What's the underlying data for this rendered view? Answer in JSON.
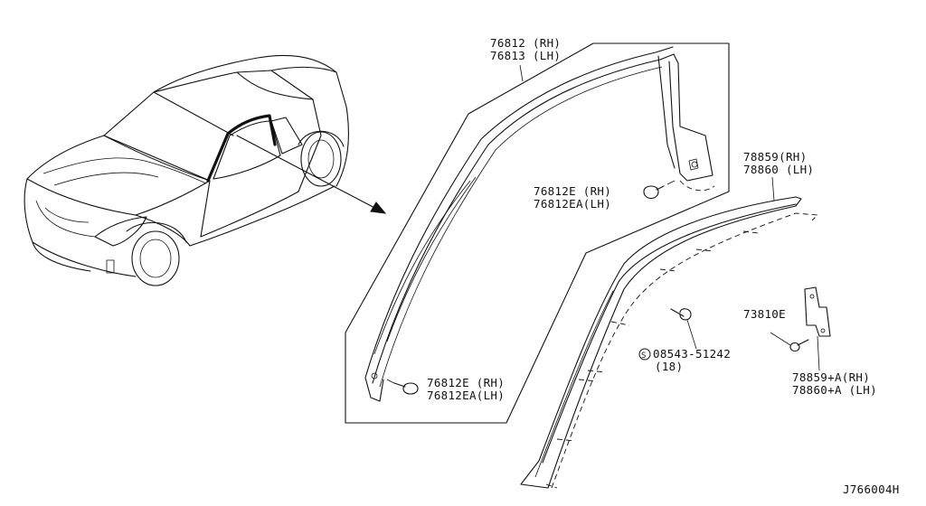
{
  "labels": {
    "part_76812_rh": "76812 (RH)",
    "part_76813_lh": "76813 (LH)",
    "clip_top_rh": "76812E (RH)",
    "clip_top_lh": "76812EA(LH)",
    "clip_bottom_rh": "76812E (RH)",
    "clip_bottom_lh": "76812EA(LH)",
    "part_78859_rh": "78859(RH)",
    "part_78860_lh": "78860 (LH)",
    "part_73810e": "73810E",
    "screw_part": "08543-51242",
    "screw_qty": "(18)",
    "screw_symbol": "S",
    "part_78859a_rh": "78859+A(RH)",
    "part_78860a_lh": "78860+A (LH)",
    "diagram_code": "J766004H"
  }
}
